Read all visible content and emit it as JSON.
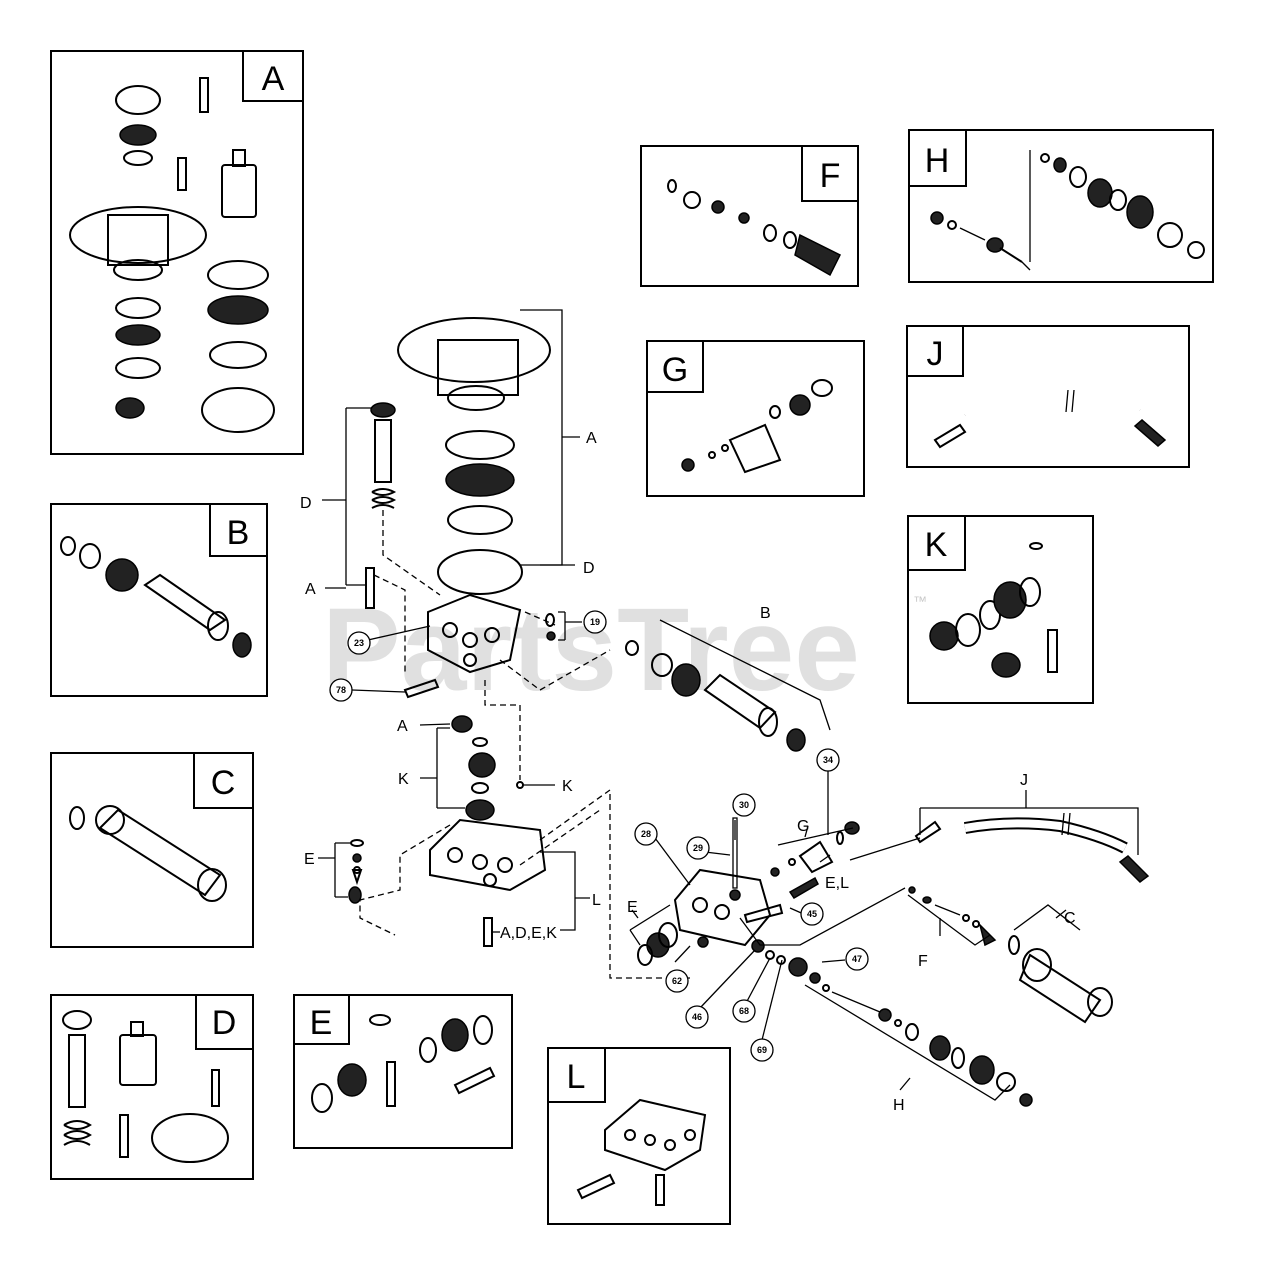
{
  "watermark": {
    "text": "PartsTree",
    "trademark": "™"
  },
  "kits": [
    {
      "letter": "A"
    },
    {
      "letter": "B"
    },
    {
      "letter": "C"
    },
    {
      "letter": "D"
    },
    {
      "letter": "E"
    },
    {
      "letter": "F"
    },
    {
      "letter": "G"
    },
    {
      "letter": "H"
    },
    {
      "letter": "J"
    },
    {
      "letter": "K"
    },
    {
      "letter": "L"
    }
  ],
  "callouts": {
    "A": "A",
    "B": "B",
    "C": "C",
    "D": "D",
    "E": "E",
    "F": "F",
    "G": "G",
    "H": "H",
    "J": "J",
    "K": "K",
    "L": "L",
    "EL": "E,L",
    "ADEK": "A,D,E,K"
  },
  "part_numbers": [
    "23",
    "19",
    "78",
    "28",
    "29",
    "30",
    "34",
    "45",
    "46",
    "47",
    "62",
    "68",
    "69"
  ]
}
